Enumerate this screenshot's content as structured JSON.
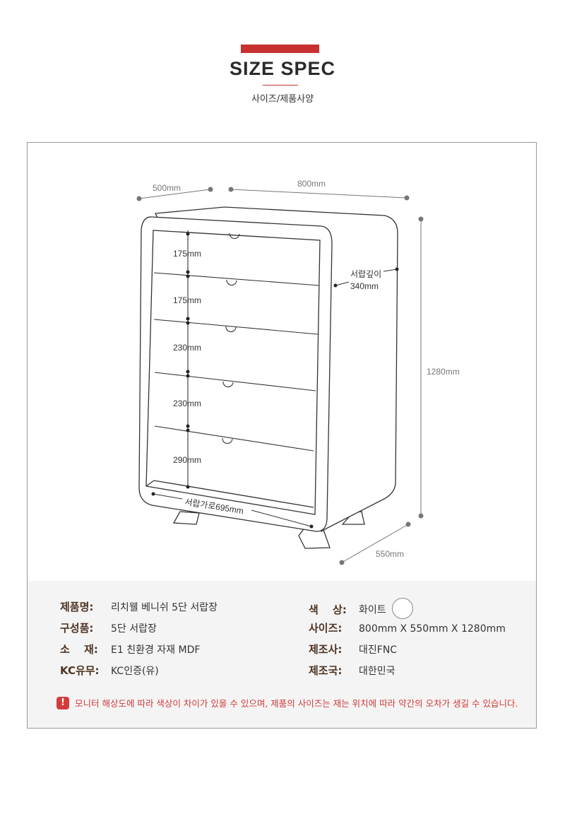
{
  "header": {
    "title": "SIZE SPEC",
    "subtitle": "사이즈/제품사양"
  },
  "drawing": {
    "depth_label": "500mm",
    "width_label": "800mm",
    "height_label": "1280mm",
    "base_depth_label": "550mm",
    "drawer_heights": [
      "175mm",
      "175mm",
      "230mm",
      "230mm",
      "290mm"
    ],
    "drawer_depth_label": "서랍깊이",
    "drawer_depth_value": "340mm",
    "drawer_width_label": "서랍가로695mm"
  },
  "specs": {
    "left": [
      {
        "label": "제품명:",
        "value": "리치웰 베니쉬 5단 서랍장"
      },
      {
        "label": "구성품:",
        "value": "5단 서랍장"
      },
      {
        "label": "소　 재:",
        "value": "E1 친환경 자재 MDF"
      },
      {
        "label": "KC유무:",
        "value": "KC인증(유)"
      }
    ],
    "right": [
      {
        "label": "색　 상:",
        "value": "화이트"
      },
      {
        "label": "사이즈:",
        "value": "800mm X 550mm X 1280mm"
      },
      {
        "label": "제조사:",
        "value": "대진FNC"
      },
      {
        "label": "제조국:",
        "value": "대한민국"
      }
    ],
    "color_swatch": "#ffffff"
  },
  "notice": {
    "icon": "exclamation-icon",
    "text": "모니터 해상도에 따라 색상이 차이가 있을 수 있으며, 제품의 사이즈는 재는 위치에 따라 약간의 오차가 생길 수 있습니다."
  },
  "colors": {
    "accent": "#c8312f",
    "label": "#4e3423",
    "notice": "#d23a3a"
  }
}
